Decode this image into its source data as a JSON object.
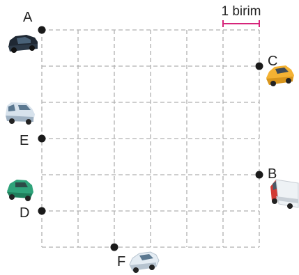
{
  "scale_label": "1 birim",
  "colors": {
    "grid": "#b0b0b0",
    "dot": "#1a1a1a",
    "scale_bar": "#d6247a",
    "text": "#222222"
  },
  "grid": {
    "columns": 6,
    "rows": 6
  },
  "points": [
    {
      "label": "A",
      "vehicle": "dark-sedan-icon"
    },
    {
      "label": "B",
      "vehicle": "red-white-truck-icon"
    },
    {
      "label": "C",
      "vehicle": "yellow-taxi-icon"
    },
    {
      "label": "D",
      "vehicle": "green-hatchback-icon"
    },
    {
      "label": "E",
      "vehicle": "white-van-icon"
    },
    {
      "label": "F",
      "vehicle": "white-sedan-icon"
    }
  ]
}
